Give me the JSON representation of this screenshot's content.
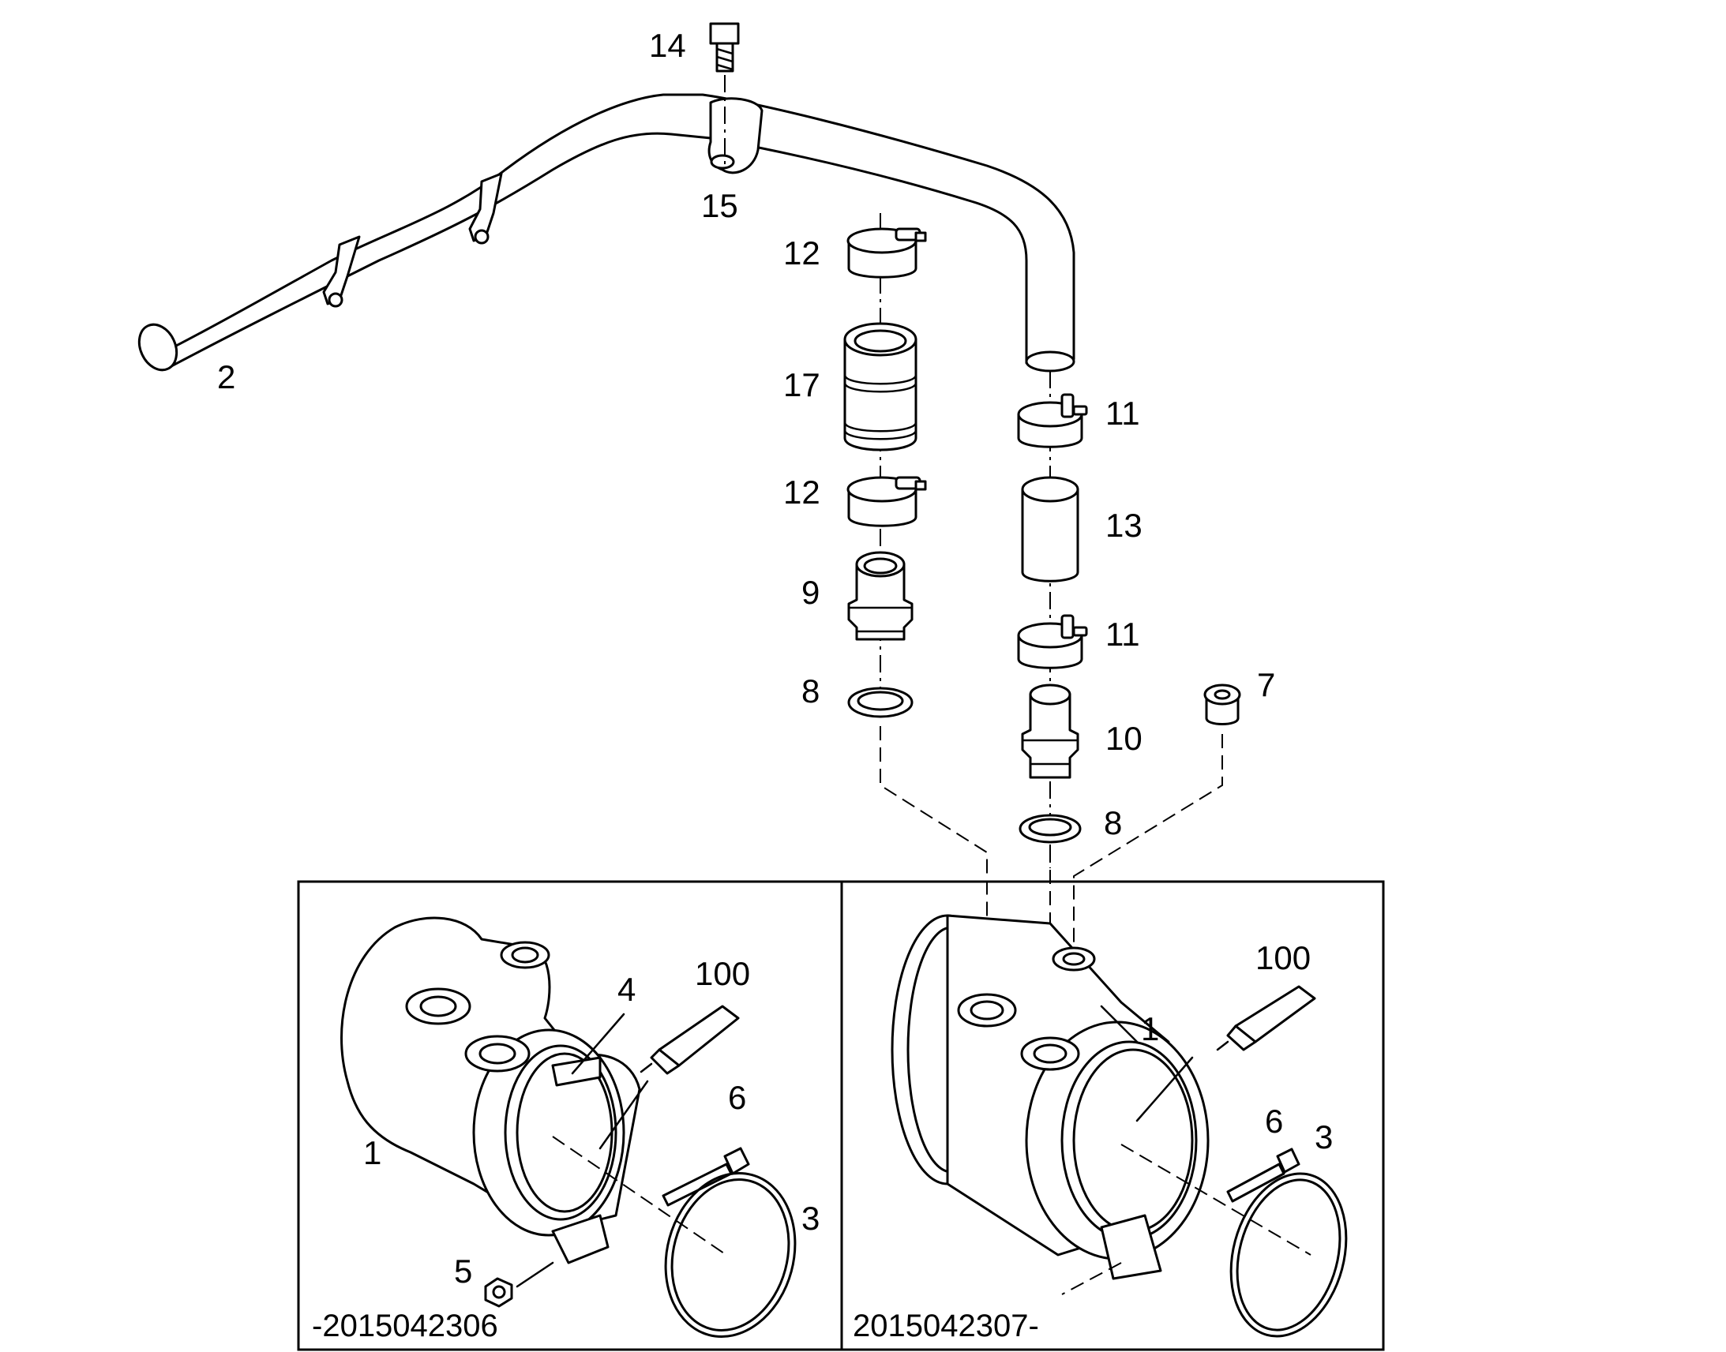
{
  "callouts": {
    "c1_left": "1",
    "c1_right": "1",
    "c2": "2",
    "c3_left": "3",
    "c3_right": "3",
    "c4": "4",
    "c5": "5",
    "c6_left": "6",
    "c6_right": "6",
    "c7": "7",
    "c8_left": "8",
    "c8_right": "8",
    "c9": "9",
    "c10": "10",
    "c11_top": "11",
    "c11_bottom": "11",
    "c12_top": "12",
    "c12_bottom": "12",
    "c13": "13",
    "c14": "14",
    "c15": "15",
    "c17": "17",
    "c100_left": "100",
    "c100_right": "100"
  },
  "variants": {
    "left_code": "-2015042306",
    "right_code": "2015042307-"
  }
}
